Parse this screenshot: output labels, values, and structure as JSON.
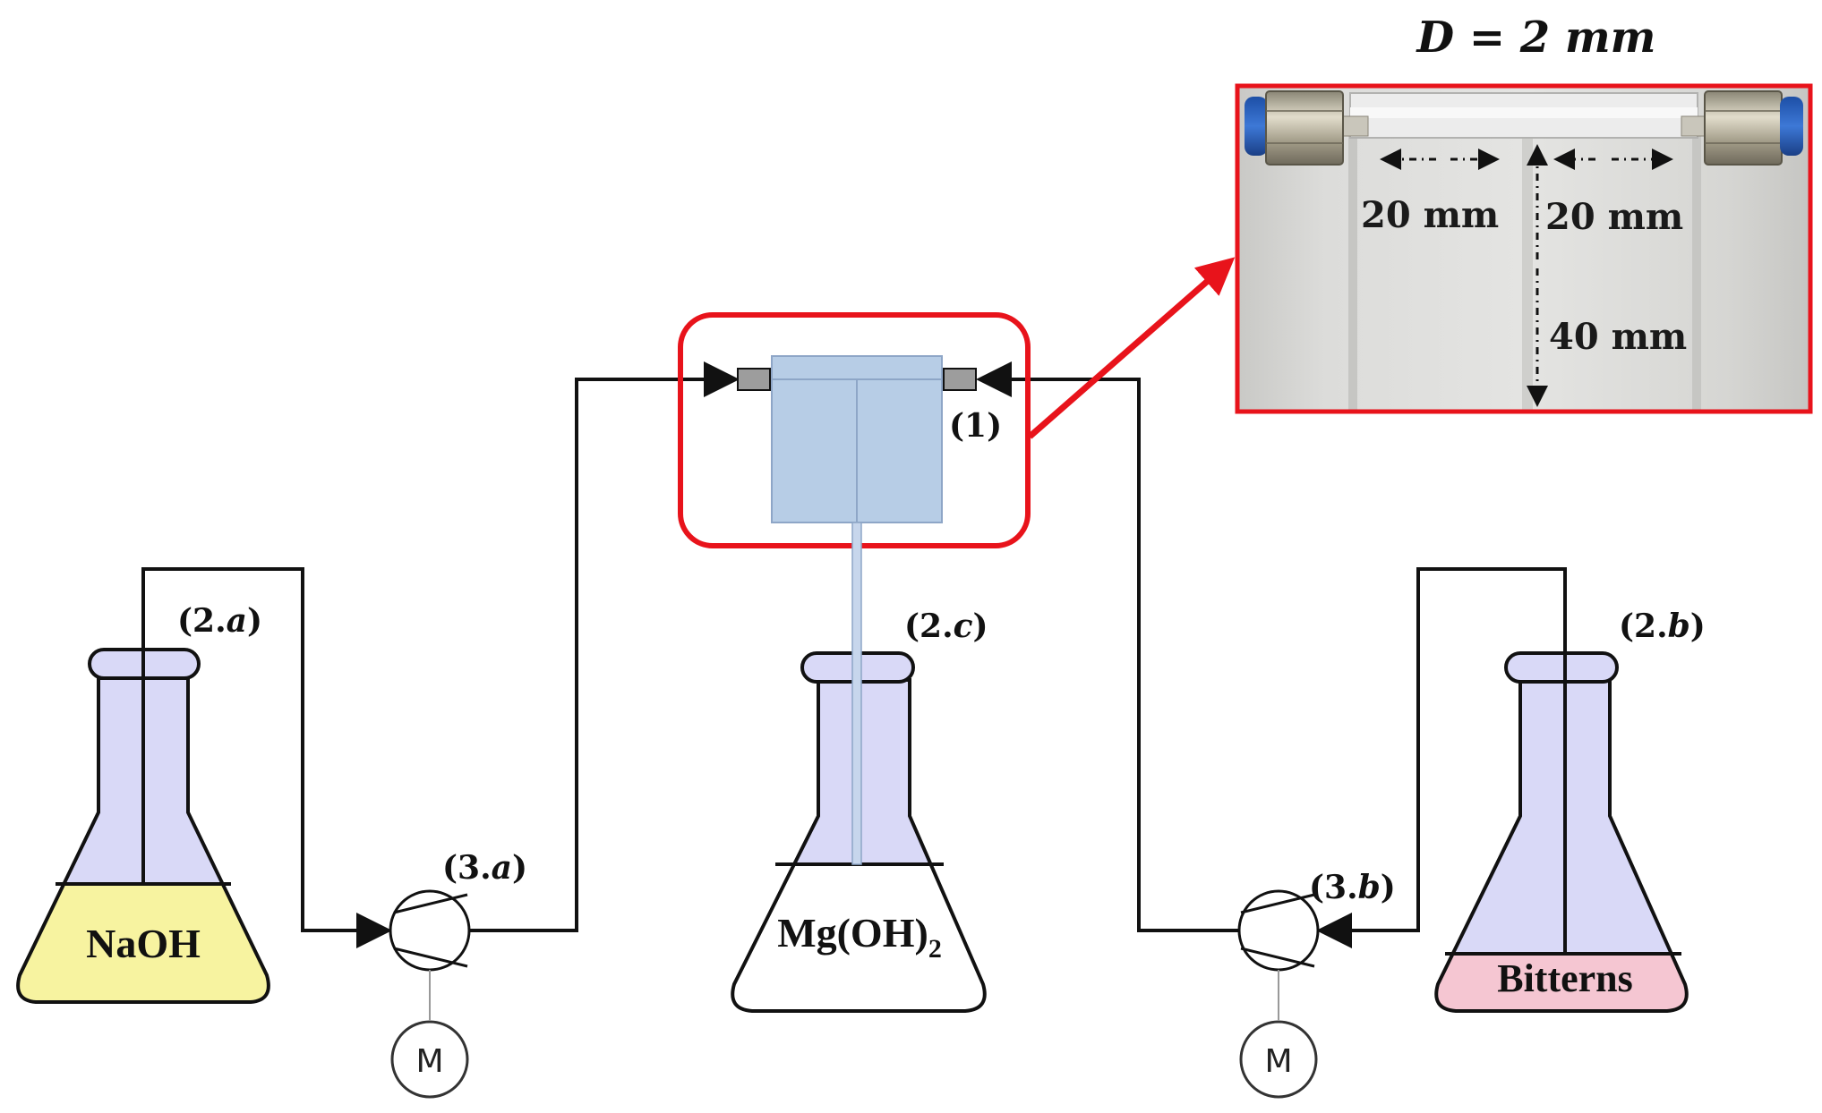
{
  "flasks": {
    "naoh": {
      "id": "(2.",
      "id_var": "a",
      "contents": "NaOH",
      "fill_color": "#f7f3a0"
    },
    "mgoh": {
      "id": "(2.",
      "id_var": "c",
      "contents_main": "Mg(OH)",
      "contents_sub": "2",
      "fill_color": "#ffffff"
    },
    "bitterns": {
      "id": "(2.",
      "id_var": "b",
      "contents": "Bitterns",
      "fill_color": "#f5c6d2"
    }
  },
  "pumps": {
    "a": {
      "id": "(3.",
      "id_var": "a",
      "motor": "M"
    },
    "b": {
      "id": "(3.",
      "id_var": "b",
      "motor": "M"
    }
  },
  "reactor": {
    "id": "(1)"
  },
  "inset": {
    "title_var": "D",
    "title_rest": " = 2 mm",
    "dim_left": "20 mm",
    "dim_right": "20 mm",
    "dim_vertical": "40 mm"
  },
  "colors": {
    "flask_liquid_upper": "#d9d9f7",
    "highlight_red": "#e8131b",
    "reactor_fill": "#b7cde6",
    "line": "#111111"
  }
}
